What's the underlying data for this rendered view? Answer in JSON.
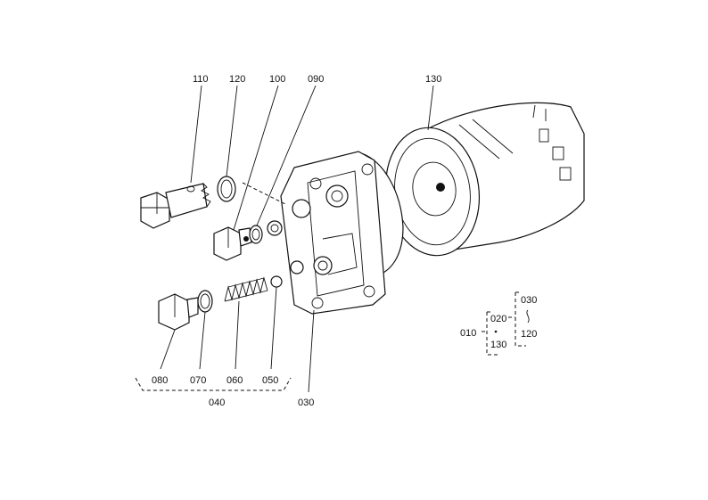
{
  "labels": {
    "l110": "110",
    "l120": "120",
    "l100": "100",
    "l090": "090",
    "l130": "130",
    "l080": "080",
    "l070": "070",
    "l060": "060",
    "l050": "050",
    "l040": "040",
    "l030_bottom": "030"
  },
  "tree": {
    "root": "010",
    "mid": "020",
    "mid_sub": "130",
    "top": "030",
    "top_sub": "120"
  }
}
